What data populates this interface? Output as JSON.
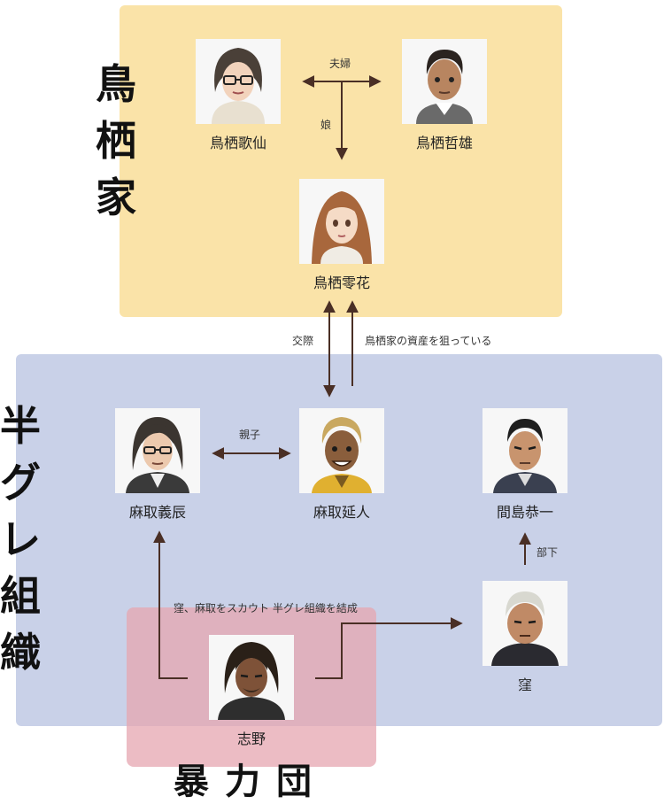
{
  "groups": {
    "karasuma": "鳥栖家",
    "hangure": "半グレ組織",
    "boryokudan": "暴力団"
  },
  "people": {
    "kasen": "鳥栖歌仙",
    "tetsuo": "鳥栖哲雄",
    "reika": "鳥栖零花",
    "yoshitatsu": "麻取義辰",
    "nobuto": "麻取延人",
    "kyoichi": "間島恭一",
    "kubo": "窪",
    "shino": "志野"
  },
  "relations": {
    "fuufu": "夫婦",
    "musume": "娘",
    "kousai": "交際",
    "nerai": "鳥栖家の資産を狙っている",
    "oyako": "親子",
    "buka": "部下",
    "scout": "窪、麻取をスカウト 半グレ組織を結成"
  },
  "colors": {
    "karasuma_bg": "#fae3a8",
    "hangure_bg": "#c9d1e8",
    "boryokudan_bg": "#e5a6b0",
    "arrow": "#4a2f25"
  }
}
